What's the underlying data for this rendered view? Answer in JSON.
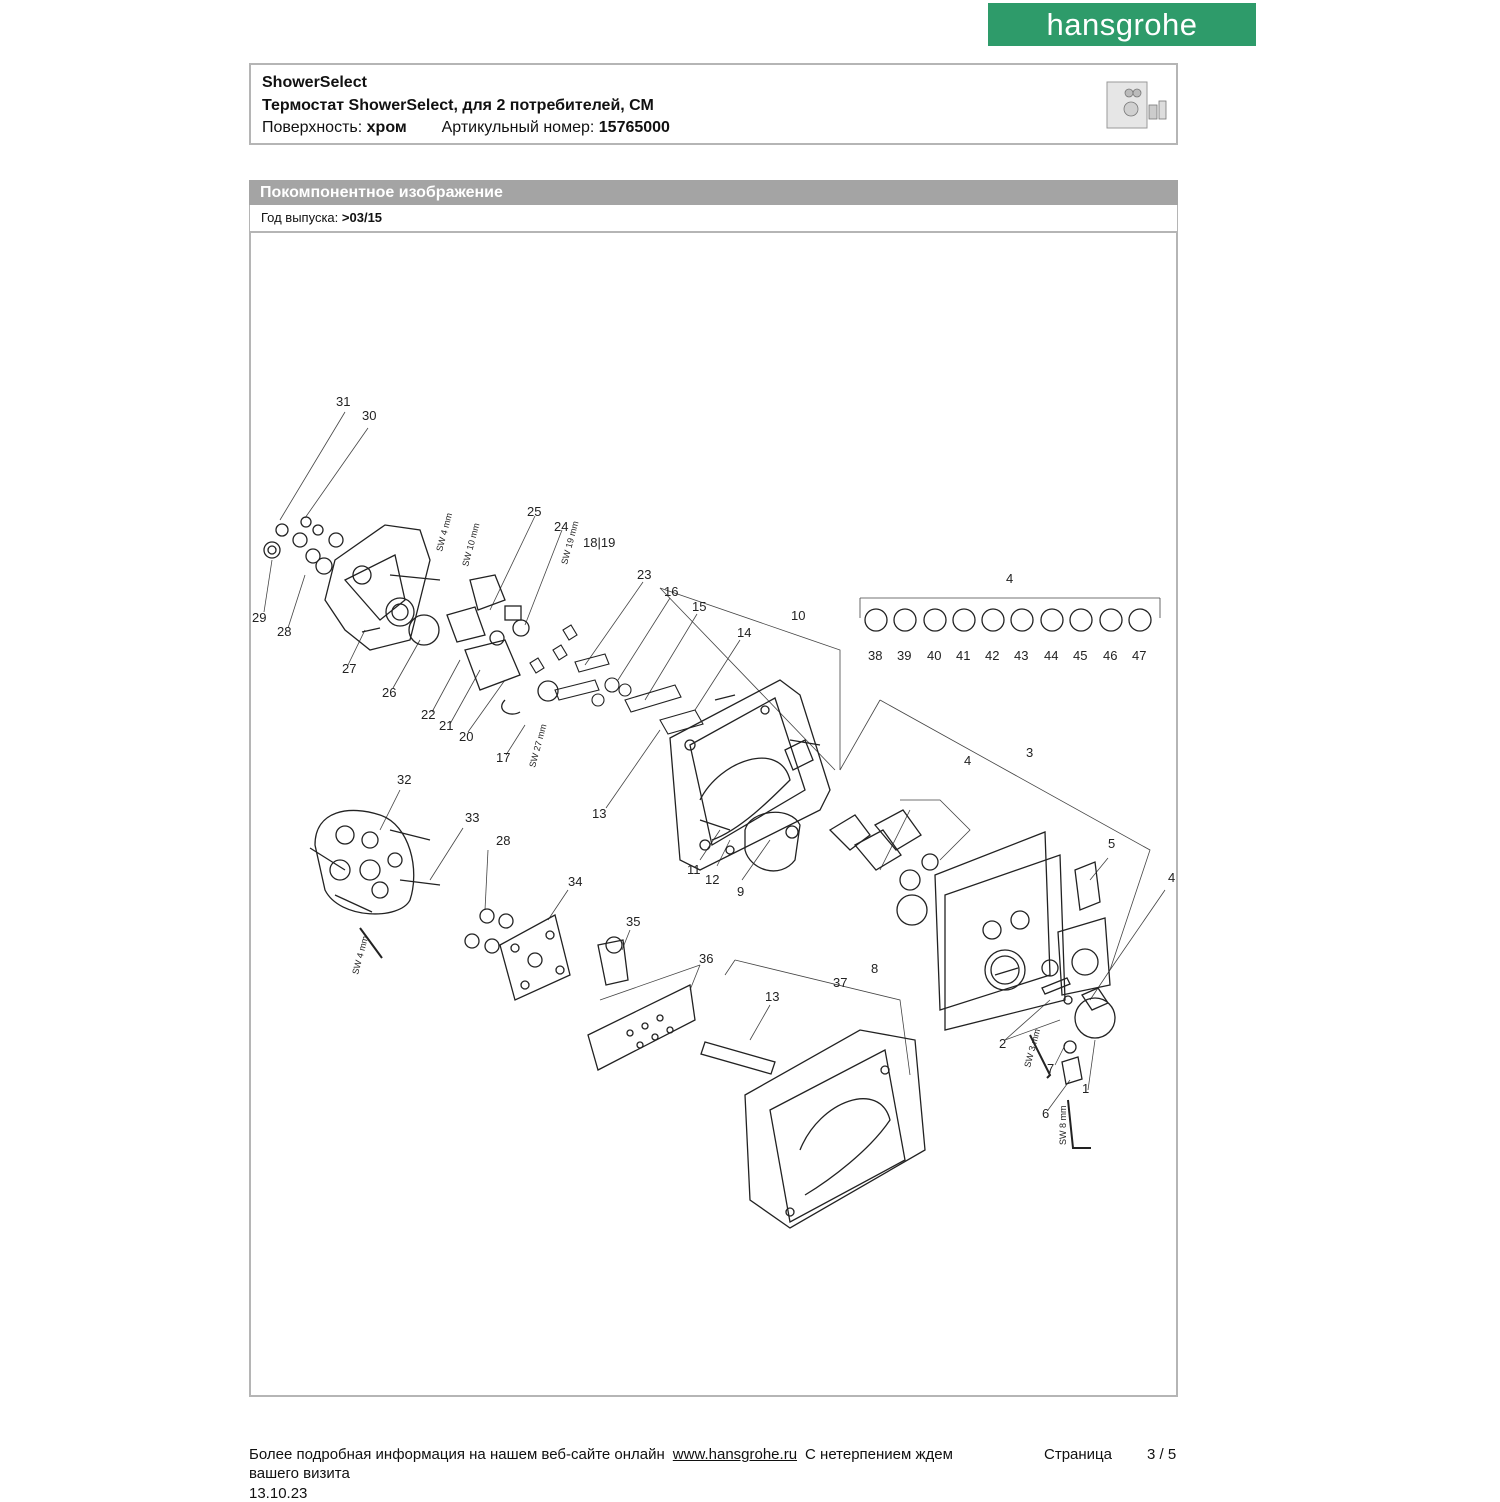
{
  "brand": {
    "logo_text": "hansgrohe"
  },
  "header": {
    "series": "ShowerSelect",
    "product_name": "Термостат ShowerSelect, для 2 потребителей, СМ",
    "surface_label": "Поверхность:",
    "surface_value": "хром",
    "article_label": "Артикульный номер:",
    "article_value": "15765000"
  },
  "section": {
    "title": "Покомпонентное изображение",
    "year_label": "Год выпуска:",
    "year_value": ">03/15"
  },
  "diagram": {
    "part_labels": [
      "1",
      "2",
      "3",
      "4",
      "5",
      "6",
      "7",
      "8",
      "9",
      "10",
      "11",
      "12",
      "13",
      "14",
      "15",
      "16",
      "17",
      "18|19",
      "20",
      "21",
      "22",
      "23",
      "24",
      "25",
      "26",
      "27",
      "28",
      "29",
      "30",
      "31",
      "32",
      "33",
      "34",
      "35",
      "36",
      "37",
      "38",
      "39",
      "40",
      "41",
      "42",
      "43",
      "44",
      "45",
      "46",
      "47"
    ],
    "tool_labels": [
      "SW 4 mm",
      "SW 10 mm",
      "SW 19 mm",
      "SW 27 mm",
      "SW 4 mm",
      "SW 3 mm",
      "SW 8 mm"
    ]
  },
  "footer": {
    "text1": "Более подробная информация на нашем веб-сайте онлайн",
    "url": "www.hansgrohe.ru",
    "text2": "С нетерпением ждем",
    "text3": "вашего визита",
    "page_label": "Страница",
    "page_value": "3 / 5",
    "date": "13.10.23"
  }
}
